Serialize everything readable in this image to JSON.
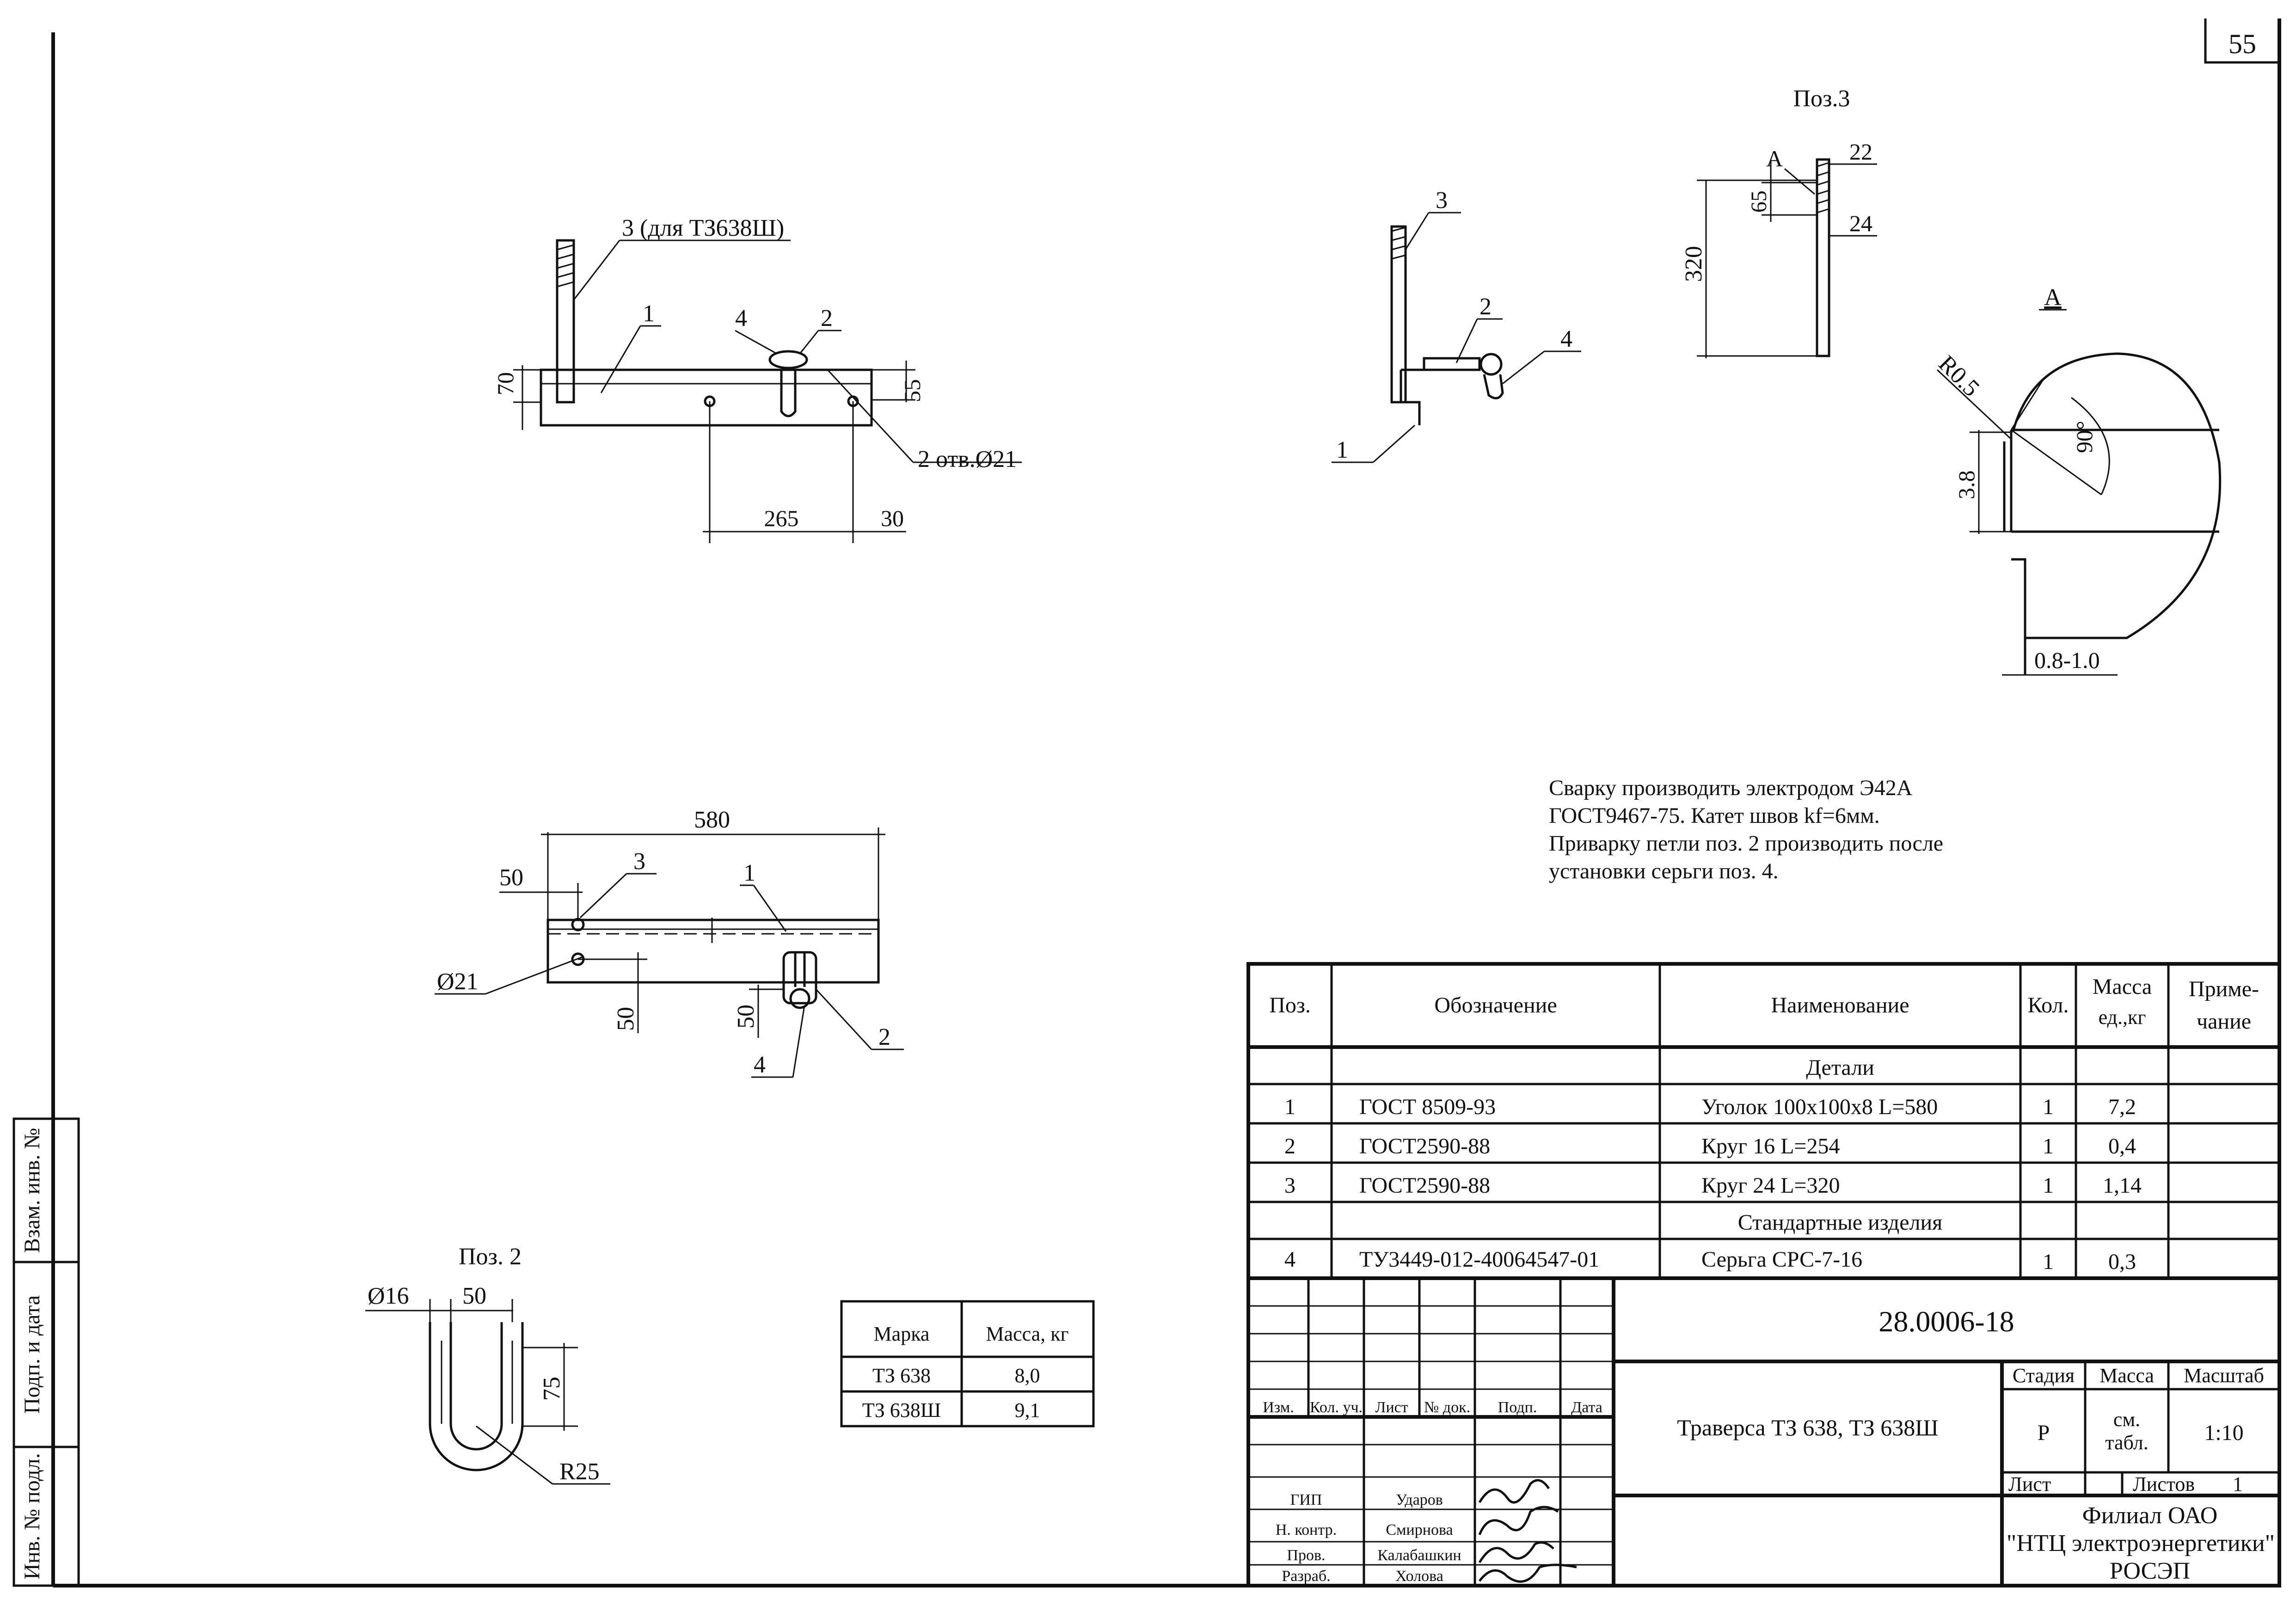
{
  "sheet_number": "55",
  "side_stamp": {
    "vzam_inv": "Взам. инв. №",
    "podp_data": "Подп. и дата",
    "inv_podl": "Инв. № подл."
  },
  "view_front": {
    "callout_3": "3 (для ТЗ638Ш)",
    "callout_1": "1",
    "callout_4": "4",
    "callout_2": "2",
    "dim_70": "70",
    "dim_55": "55",
    "holes": "2 отв.Ø21",
    "dim_265": "265",
    "dim_30": "30"
  },
  "view_side": {
    "callout_3": "3",
    "callout_2": "2",
    "callout_4": "4",
    "callout_1": "1"
  },
  "pos3": {
    "title": "Поз.3",
    "label_a": "А",
    "dim_22": "22",
    "dim_65": "65",
    "dim_24": "24",
    "dim_320": "320"
  },
  "detail_a": {
    "title": "А",
    "r": "R0.5",
    "angle": "90°",
    "depth": "3.8",
    "gap": "0.8-1.0"
  },
  "view_top": {
    "dim_580": "580",
    "dim_50a": "50",
    "callout_3": "3",
    "callout_1": "1",
    "hole": "Ø21",
    "dim_50b": "50",
    "dim_50c": "50",
    "callout_4": "4",
    "callout_2": "2"
  },
  "pos2": {
    "title": "Поз. 2",
    "d16": "Ø16",
    "dim_50": "50",
    "dim_75": "75",
    "r25": "R25"
  },
  "notes": [
    "Сварку производить электродом Э42А",
    "ГОСТ9467-75. Катет швов kf=6мм.",
    "Приварку петли поз. 2 производить после",
    "установки серьги поз. 4."
  ],
  "mass_table": {
    "headers": [
      "Марка",
      "Масса, кг"
    ],
    "rows": [
      [
        "ТЗ 638",
        "8,0"
      ],
      [
        "ТЗ 638Ш",
        "9,1"
      ]
    ]
  },
  "spec": {
    "headers": [
      "Поз.",
      "Обозначение",
      "Наименование",
      "Кол.",
      "Масса ед.,кг",
      "Приме- чание"
    ],
    "section_details": "Детали",
    "section_standard": "Стандартные изделия",
    "rows": [
      [
        "1",
        "ГОСТ 8509-93",
        "Уголок 100х100х8 L=580",
        "1",
        "7,2",
        ""
      ],
      [
        "2",
        "ГОСТ2590-88",
        "Круг 16 L=254",
        "1",
        "0,4",
        ""
      ],
      [
        "3",
        "ГОСТ2590-88",
        "Круг 24 L=320",
        "1",
        "1,14",
        ""
      ],
      [
        "4",
        "ТУ3449-012-40064547-01",
        "Серьга СРС-7-16",
        "1",
        "0,3",
        ""
      ]
    ]
  },
  "title_block": {
    "doc_number": "28.0006-18",
    "title": "Траверса ТЗ 638, ТЗ 638Ш",
    "stage_label": "Стадия",
    "mass_label": "Масса",
    "scale_label": "Масштаб",
    "stage": "Р",
    "mass_1": "см.",
    "mass_2": "табл.",
    "scale": "1:10",
    "sheet_label": "Лист",
    "sheets_label": "Листов",
    "sheets": "1",
    "org_1": "Филиал ОАО",
    "org_2": "\"НТЦ электроэнергетики\"",
    "org_3": "РОСЭП",
    "col_headers": [
      "Изм.",
      "Кол. уч.",
      "Лист",
      "№ док.",
      "Подп.",
      "Дата"
    ],
    "roles": [
      [
        "ГИП",
        "Ударов"
      ],
      [
        "Н. контр.",
        "Смирнова"
      ],
      [
        "Пров.",
        "Калабашкин"
      ],
      [
        "Разраб.",
        "Холова"
      ]
    ]
  }
}
